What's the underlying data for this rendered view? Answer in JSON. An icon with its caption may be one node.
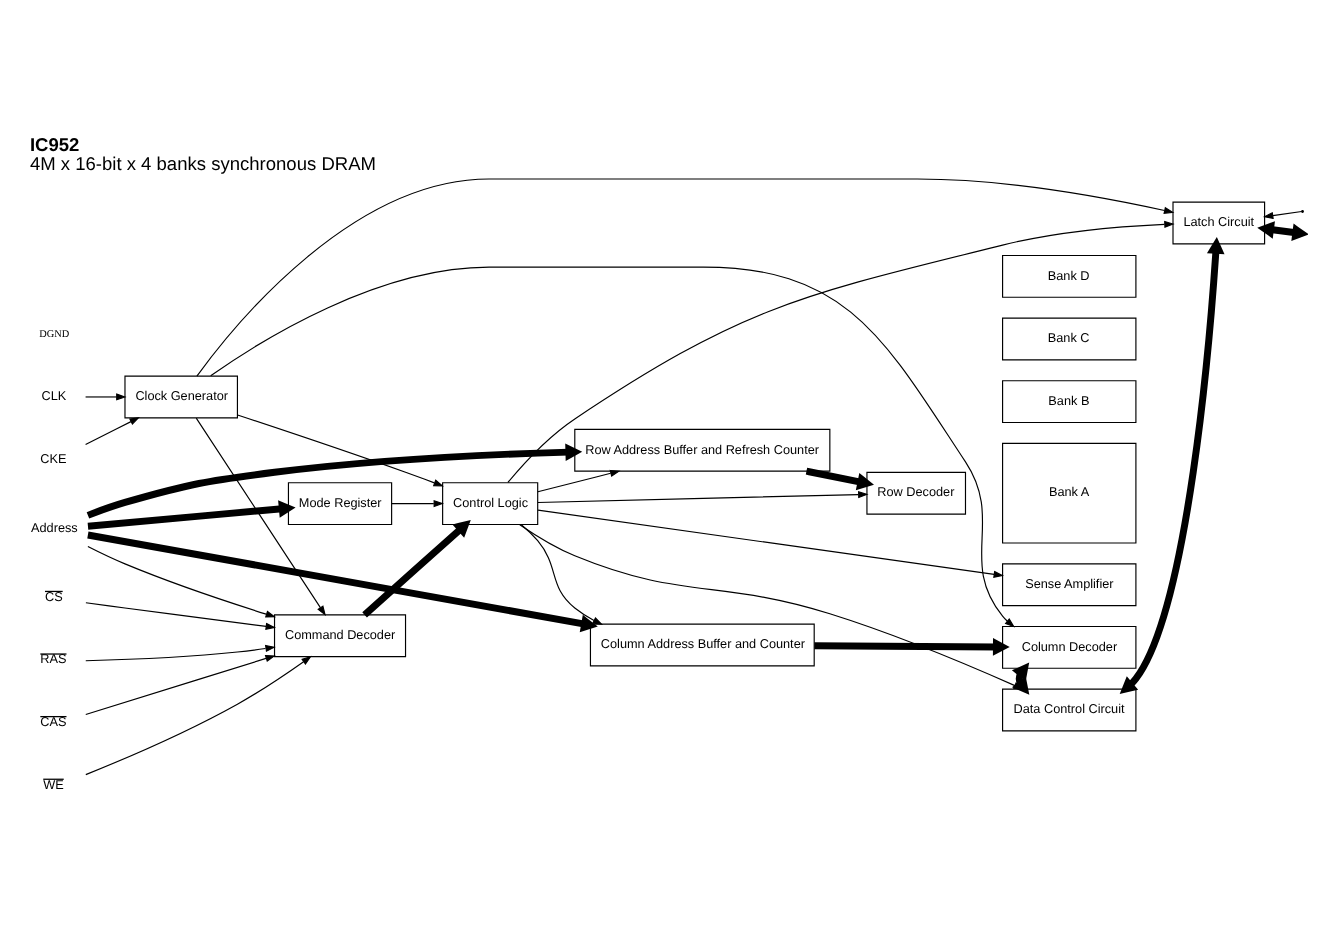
{
  "diagram": {
    "title": "IC952",
    "caption": "4M x 16-bit x 4 banks synchronous DRAM",
    "nodes": [
      {
        "text": [
          "CLK"
        ]
      },
      {
        "text": [
          "CKE"
        ]
      },
      {
        "text": [
          "Address"
        ]
      },
      {
        "text": [
          "CS"
        ]
      },
      {
        "text": [
          "RAS"
        ]
      },
      {
        "text": [
          "CAS"
        ]
      },
      {
        "text": [
          "WE"
        ]
      },
      {
        "text": [
          "Clock Generator"
        ]
      },
      {
        "text": [
          "Mode Register"
        ]
      },
      {
        "text": [
          "Command Decoder"
        ]
      },
      {
        "text": [
          "Control Logic"
        ]
      },
      {
        "text": [
          "Row Address Buffer and Refresh Counter"
        ]
      },
      {
        "text": [
          "Column Address Buffer and Counter"
        ]
      },
      {
        "text": [
          "Bank D"
        ]
      },
      {
        "text": [
          "Bank C"
        ]
      },
      {
        "text": [
          "Bank B"
        ]
      },
      {
        "text": [
          "Bank A"
        ]
      },
      {
        "text": [
          "Row Decoder"
        ]
      },
      {
        "text": [
          "Sense Amplifier"
        ]
      },
      {
        "text": [
          "Column Decoder"
        ]
      },
      {
        "text": [
          "Data Control Circuit"
        ]
      },
      {
        "text": [
          "Latch Circuit"
        ]
      }
    ],
    "edges": [
      {
        "from": 0,
        "to": 7,
        "arrow": "to"
      },
      {
        "from": 1,
        "to": 7,
        "arrow": "to"
      },
      {
        "from": 7,
        "to": 9,
        "arrow": "to"
      },
      {
        "from": 7,
        "to": 10,
        "arrow": "to"
      },
      {
        "from": 7,
        "to": 19,
        "arrow": "to"
      },
      {
        "from": 7,
        "to": 21,
        "arrow": "to"
      },
      {
        "from": 2,
        "to": 9,
        "arrow": "to"
      },
      {
        "from": 2,
        "to": 8,
        "arrow": "to",
        "style": "thick"
      },
      {
        "from": 2,
        "to": 11,
        "arrow": "to",
        "style": "thick"
      },
      {
        "from": 2,
        "to": 12,
        "arrow": "to",
        "style": "thick"
      },
      {
        "from": 8,
        "to": 10,
        "arrow": "to"
      },
      {
        "from": 3,
        "to": 9,
        "arrow": "to"
      },
      {
        "from": 4,
        "to": 9,
        "arrow": "to"
      },
      {
        "from": 5,
        "to": 9,
        "arrow": "to"
      },
      {
        "from": 6,
        "to": 9,
        "arrow": "to"
      },
      {
        "from": 9,
        "to": 10,
        "arrow": "to",
        "style": "thick"
      },
      {
        "from": 10,
        "to": 11,
        "arrow": "to"
      },
      {
        "from": 10,
        "to": 17,
        "arrow": "to"
      },
      {
        "from": 10,
        "to": 18,
        "arrow": "to"
      },
      {
        "from": 10,
        "to": 12,
        "arrow": "to"
      },
      {
        "from": 10,
        "to": 20,
        "arrow": "to"
      },
      {
        "from": 10,
        "to": 21,
        "arrow": "to"
      },
      {
        "from": 11,
        "to": 17,
        "arrow": "to",
        "style": "thick"
      },
      {
        "from": 12,
        "to": 19,
        "arrow": "to",
        "style": "thick"
      },
      {
        "from": 19,
        "to": 20,
        "arrow": "both",
        "style": "thick"
      },
      {
        "from": 20,
        "to": 21,
        "arrow": "both",
        "style": "thick"
      },
      {
        "from": null,
        "to": 21,
        "arrow": "to"
      },
      {
        "from": 21,
        "to": null,
        "arrow": "both",
        "style": "thick"
      }
    ],
    "labels": [
      "DGND"
    ]
  }
}
